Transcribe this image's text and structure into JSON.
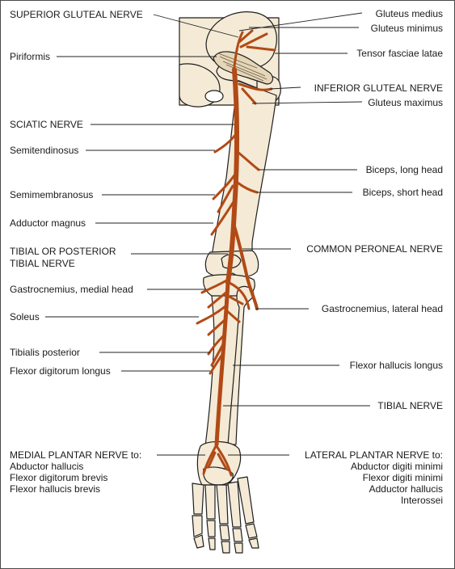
{
  "colors": {
    "bone_fill": "#f4ead6",
    "bone_stroke": "#1e1e1e",
    "nerve": "#b14a16",
    "leader": "#222222",
    "text": "#1a1a1a"
  },
  "labels": {
    "superior_gluteal_nerve": "SUPERIOR GLUTEAL NERVE",
    "piriformis": "Piriformis",
    "sciatic_nerve": "SCIATIC NERVE",
    "semitendinosus": "Semitendinosus",
    "semimembranosus": "Semimembranosus",
    "adductor_magnus": "Adductor magnus",
    "tibial_or_posterior_1": "TIBIAL OR POSTERIOR",
    "tibial_or_posterior_2": "TIBIAL NERVE",
    "gastrocnemius_medial": "Gastrocnemius, medial head",
    "soleus": "Soleus",
    "tibialis_posterior": "Tibialis posterior",
    "flexor_digitorum_longus": "Flexor digitorum longus",
    "gluteus_medius": "Gluteus medius",
    "gluteus_minimus": "Gluteus minimus",
    "tensor_fasciae_latae": "Tensor fasciae latae",
    "inferior_gluteal_nerve": "INFERIOR GLUTEAL NERVE",
    "gluteus_maximus": "Gluteus maximus",
    "biceps_long_head": "Biceps, long head",
    "biceps_short_head": "Biceps, short head",
    "common_peroneal_nerve": "COMMON PERONEAL NERVE",
    "gastrocnemius_lateral": "Gastrocnemius, lateral head",
    "flexor_hallucis_longus": "Flexor hallucis longus",
    "tibial_nerve": "TIBIAL NERVE"
  },
  "medial_plantar": {
    "title": "MEDIAL PLANTAR NERVE to:",
    "items": [
      "Abductor hallucis",
      "Flexor digitorum brevis",
      "Flexor hallucis brevis"
    ]
  },
  "lateral_plantar": {
    "title": "LATERAL PLANTAR NERVE to:",
    "items": [
      "Abductor digiti minimi",
      "Flexor digiti minimi",
      "Adductor hallucis",
      "Interossei"
    ]
  }
}
